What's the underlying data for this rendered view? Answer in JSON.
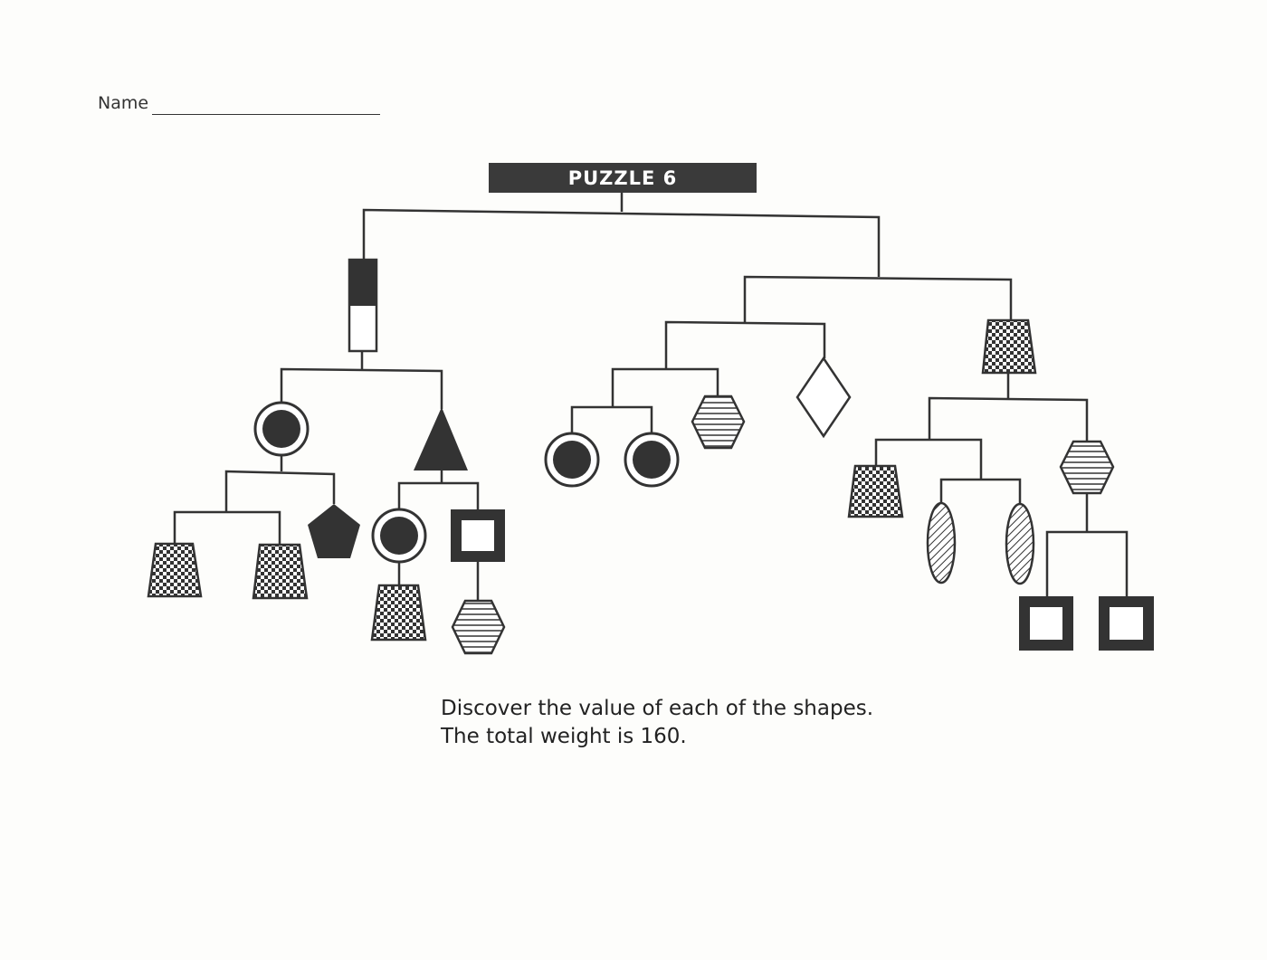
{
  "header": {
    "name_label": "Name"
  },
  "puzzle": {
    "title": "PUZZLE 6"
  },
  "instructions": {
    "line1": "Discover the value of each of the shapes.",
    "line2": "The total weight is 160."
  },
  "colors": {
    "ink": "#333333",
    "title_bar": "#3a3a3a",
    "paper": "#fdfdfb"
  }
}
